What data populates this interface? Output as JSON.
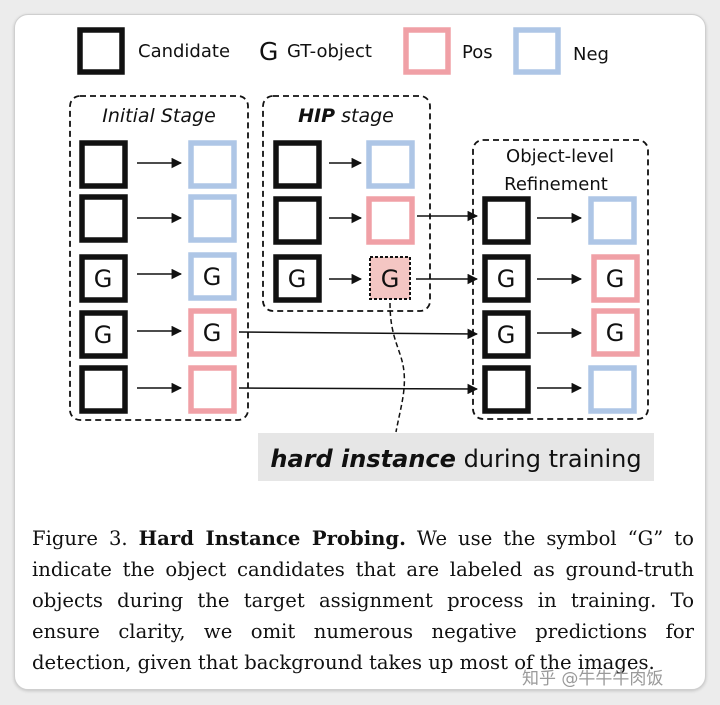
{
  "legend": {
    "candidate": "Candidate",
    "gt_symbol": "G",
    "gt_object": "GT-object",
    "pos": "Pos",
    "neg": "Neg"
  },
  "stages": {
    "initial": "Initial Stage",
    "hip_bold": "HIP",
    "hip_rest": "stage",
    "refine_line1": "Object-level",
    "refine_line2": "Refinement"
  },
  "callout": {
    "bold": "hard instance",
    "rest": "during training"
  },
  "caption": {
    "fig": "Figure 3.",
    "title": "Hard Instance Probing.",
    "body": "We use the symbol “G” to indicate the object candidates that are labeled as ground-truth objects during the target assignment process in training. To ensure clarity, we omit numerous negative predictions for detection, given that background takes up most of the images."
  },
  "watermark": "知乎 @牛牛牛肉饭",
  "colors": {
    "candidate": "#111111",
    "pos": "#f0a0a6",
    "neg": "#aec6e6",
    "hard_fill": "#f4c6c3",
    "callout_bg": "#e6e6e6"
  }
}
